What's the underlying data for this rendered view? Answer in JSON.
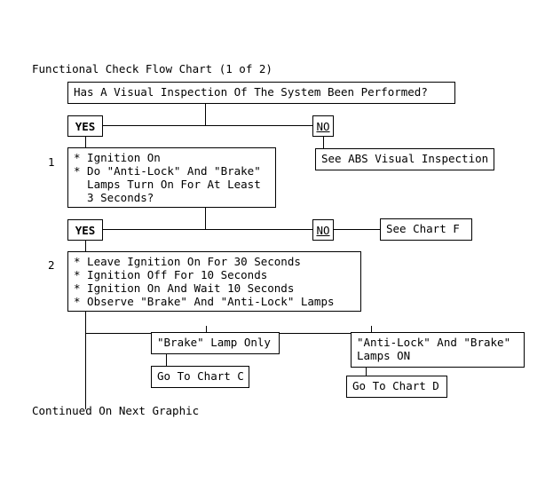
{
  "chart": {
    "title": "Functional Check Flow Chart (1 of 2)",
    "footer": "Continued On Next Graphic",
    "stroke_color": "#000000",
    "background_color": "#ffffff"
  },
  "nodes": {
    "q1": {
      "text": "Has A Visual Inspection Of The System Been Performed?"
    },
    "q1_yes": {
      "label": "YES"
    },
    "q1_no": {
      "label": "NO"
    },
    "abs_visual": {
      "text": "See ABS Visual Inspection"
    },
    "step1_num": {
      "label": "1"
    },
    "step1": {
      "text": "* Ignition On\n* Do \"Anti-Lock\" And \"Brake\"\n  Lamps Turn On For At Least\n  3 Seconds?"
    },
    "q2_yes": {
      "label": "YES"
    },
    "q2_no": {
      "label": "NO"
    },
    "chart_f": {
      "text": "See Chart F"
    },
    "step2_num": {
      "label": "2"
    },
    "step2": {
      "text": "* Leave Ignition On For 30 Seconds\n* Ignition Off For 10 Seconds\n* Ignition On And Wait 10 Seconds\n* Observe \"Brake\" And \"Anti-Lock\" Lamps"
    },
    "brake_only": {
      "text": "\"Brake\" Lamp Only"
    },
    "chart_c": {
      "text": "Go To Chart C"
    },
    "antilock_brake": {
      "text": "\"Anti-Lock\" And \"Brake\"\nLamps ON"
    },
    "chart_d": {
      "text": "Go To Chart D"
    }
  }
}
